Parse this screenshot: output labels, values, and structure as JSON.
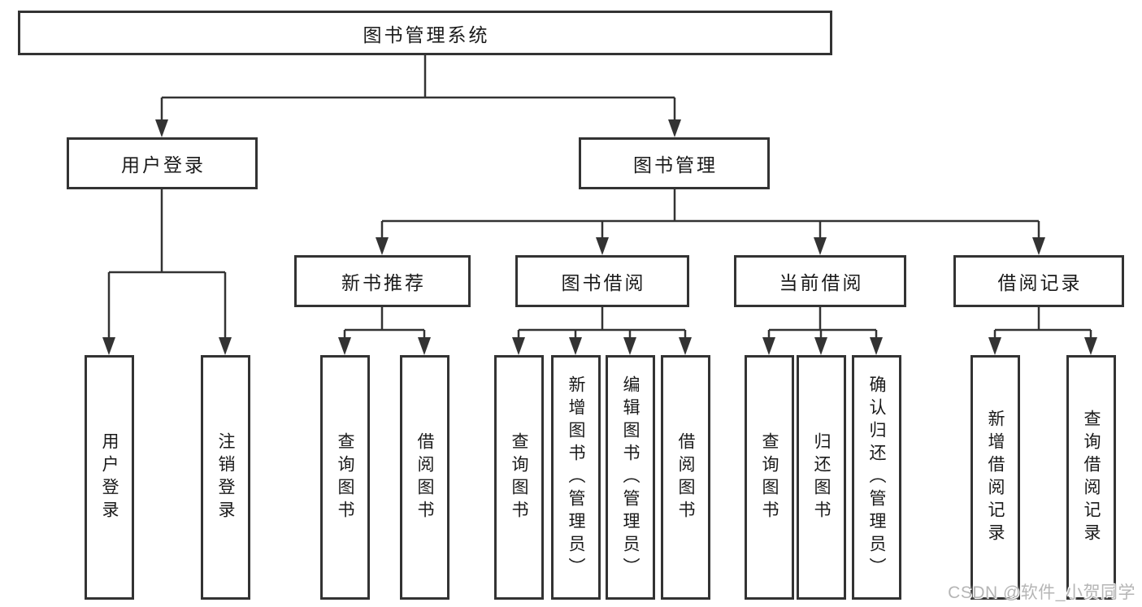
{
  "colors": {
    "line": "#333333",
    "box_border": "#333333",
    "text": "#1a1a1a",
    "background": "#ffffff",
    "watermark": "#b5b5b5"
  },
  "watermark": {
    "text": "CSDN @软件_小贺同学"
  },
  "tree": {
    "root": {
      "label": "图书管理系统",
      "children": [
        {
          "label": "用户登录",
          "children": [
            {
              "label": "用户登录"
            },
            {
              "label": "注销登录"
            }
          ]
        },
        {
          "label": "图书管理",
          "children": [
            {
              "label": "新书推荐",
              "children": [
                {
                  "label": "查询图书"
                },
                {
                  "label": "借阅图书"
                }
              ]
            },
            {
              "label": "图书借阅",
              "children": [
                {
                  "label": "查询图书"
                },
                {
                  "label": "新增图书（管理员）"
                },
                {
                  "label": "编辑图书（管理员）"
                },
                {
                  "label": "借阅图书"
                }
              ]
            },
            {
              "label": "当前借阅",
              "children": [
                {
                  "label": "查询图书"
                },
                {
                  "label": "归还图书"
                },
                {
                  "label": "确认归还（管理员）"
                }
              ]
            },
            {
              "label": "借阅记录",
              "children": [
                {
                  "label": "新增借阅记录"
                },
                {
                  "label": "查询借阅记录"
                }
              ]
            }
          ]
        }
      ]
    }
  }
}
